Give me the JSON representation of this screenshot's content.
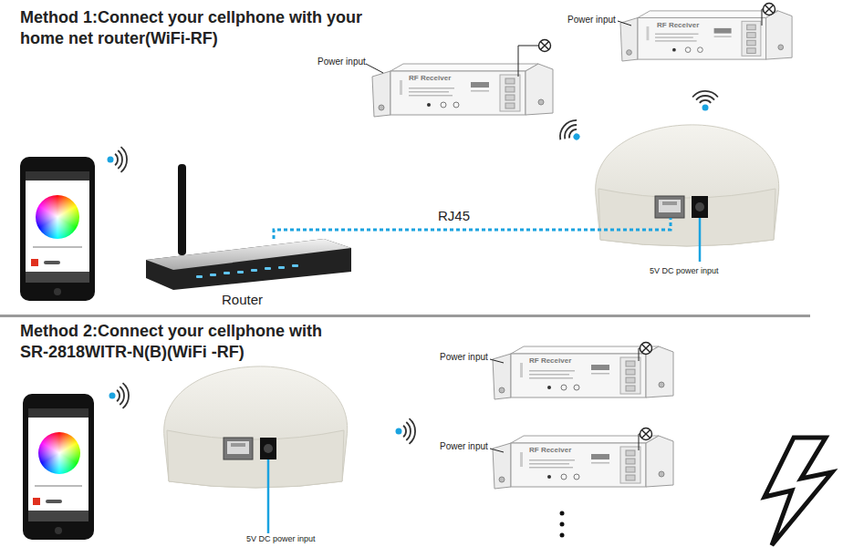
{
  "diagram": {
    "nodes": [
      {
        "text": [
          "Router"
        ]
      },
      {
        "text": [
          "5V DC power input"
        ]
      },
      {
        "text": [
          "Power input",
          "RF Receiver"
        ]
      },
      {
        "text": [
          "Power input",
          "RF Receiver"
        ]
      },
      {
        "text": [
          "5V DC power input"
        ]
      },
      {
        "text": [
          "Power input",
          "RF Receiver"
        ]
      },
      {
        "text": [
          "Power input",
          "RF Receiver"
        ]
      }
    ],
    "edges": [
      {
        "from": 0,
        "to": 1,
        "arrow": "none",
        "label": "RJ45"
      }
    ],
    "labels": [
      "Method 1:Connect your cellphone with your home net router(WiFi-RF)",
      "Method 2:Connect your cellphone with SR-2818WITR-N(B)(WiFi -RF)"
    ]
  }
}
